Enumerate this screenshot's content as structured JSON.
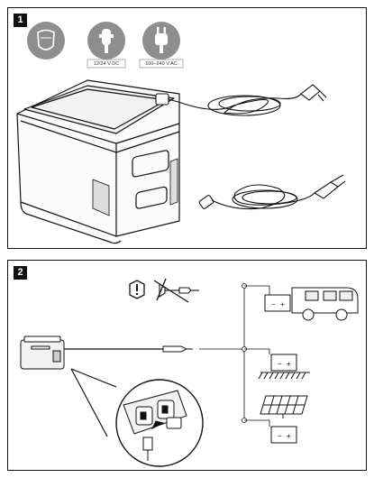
{
  "panels": [
    {
      "step": "1",
      "badges": [
        {
          "icon": "shield-icon"
        },
        {
          "icon": "car-plug-icon",
          "label": "12/24 V DC"
        },
        {
          "icon": "ac-plug-icon",
          "label": "100–240 V AC"
        }
      ]
    },
    {
      "step": "2"
    }
  ],
  "colors": {
    "line": "#111111",
    "badge": "#8e8e8e",
    "fill": "#f2f2f2"
  }
}
